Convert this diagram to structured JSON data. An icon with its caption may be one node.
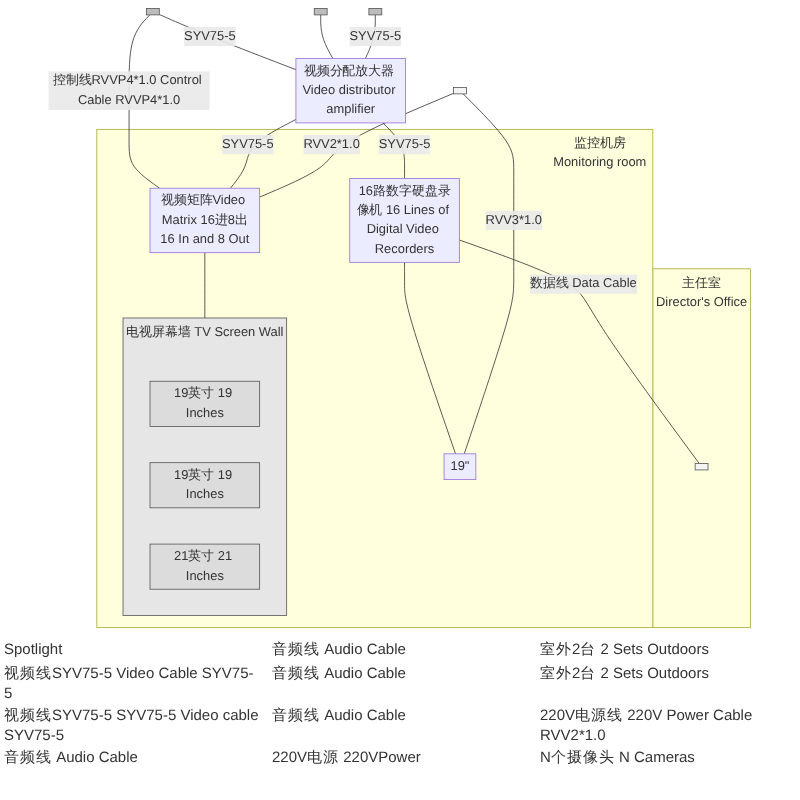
{
  "diagram": {
    "nodes": [
      {
        "text": [
          "监控机房",
          "Monitoring room"
        ]
      },
      {
        "text": [
          "电视屏幕墙 TV Screen Wall"
        ],
        "in": 0
      },
      {
        "text": [
          "19英寸 19 Inches"
        ],
        "in": 1
      },
      {
        "text": [
          "19英寸 19 Inches"
        ],
        "in": 1
      },
      {
        "text": [
          "21英寸 21 Inches"
        ],
        "in": 1
      },
      {
        "text": [
          "视频矩阵Video Matrix 16进8出16 In and 8 Out"
        ],
        "in": 0
      },
      {
        "text": [
          "16路数字硬盘录像机 16 Lines of Digital Video Recorders"
        ],
        "in": 0
      },
      {
        "text": [
          "19\""
        ],
        "in": 0
      },
      {
        "text": [
          "视频分配放大器 Video distributor amplifier"
        ]
      },
      {
        "text": [
          "主任室",
          "Director's Office"
        ]
      },
      {
        "text": [],
        "shape": "box",
        "in": 9
      },
      {
        "text": [],
        "shape": "box"
      },
      {
        "text": [],
        "shape": "box"
      },
      {
        "text": [],
        "shape": "box"
      },
      {
        "text": [],
        "shape": "box"
      }
    ],
    "edges": [
      {
        "from": 12,
        "to": 8,
        "arrow": "none",
        "label": "SYV75-5"
      },
      {
        "from": 13,
        "to": 8,
        "arrow": "none"
      },
      {
        "from": 14,
        "to": 8,
        "arrow": "none",
        "label": "SYV75-5"
      },
      {
        "from": 12,
        "to": 5,
        "arrow": "none",
        "label": "控制线RVVP4*1.0 Control Cable RVVP4*1.0"
      },
      {
        "from": 8,
        "to": 5,
        "arrow": "none",
        "label": "SYV75-5"
      },
      {
        "from": 8,
        "to": 6,
        "arrow": "none",
        "label": "SYV75-5"
      },
      {
        "from": 5,
        "to": 1,
        "arrow": "none"
      },
      {
        "from": 6,
        "to": 7,
        "arrow": "none"
      },
      {
        "from": 6,
        "to": 10,
        "arrow": "none",
        "label": "数据线 Data Cable"
      },
      {
        "from": 11,
        "to": 5,
        "arrow": "none",
        "label": "RVV2*1.0"
      },
      {
        "from": 11,
        "to": 7,
        "arrow": "none",
        "label": "RVV3*1.0"
      }
    ],
    "labels": [
      "Spotlight",
      "音频线 Audio Cable",
      "室外2台 2 Sets Outdoors",
      "视频线SYV75-5 Video Cable SYV75-5",
      "音频线 Audio Cable",
      "室外2台 2 Sets Outdoors",
      "视频线SYV75-5 SYV75-5 Video cable SYV75-5",
      "音频线 Audio Cable",
      "220V电源线 220V Power Cable RVV2*1.0",
      "音频线 Audio Cable",
      "220V电源 220VPower",
      "N个摄像头 N Cameras"
    ]
  }
}
